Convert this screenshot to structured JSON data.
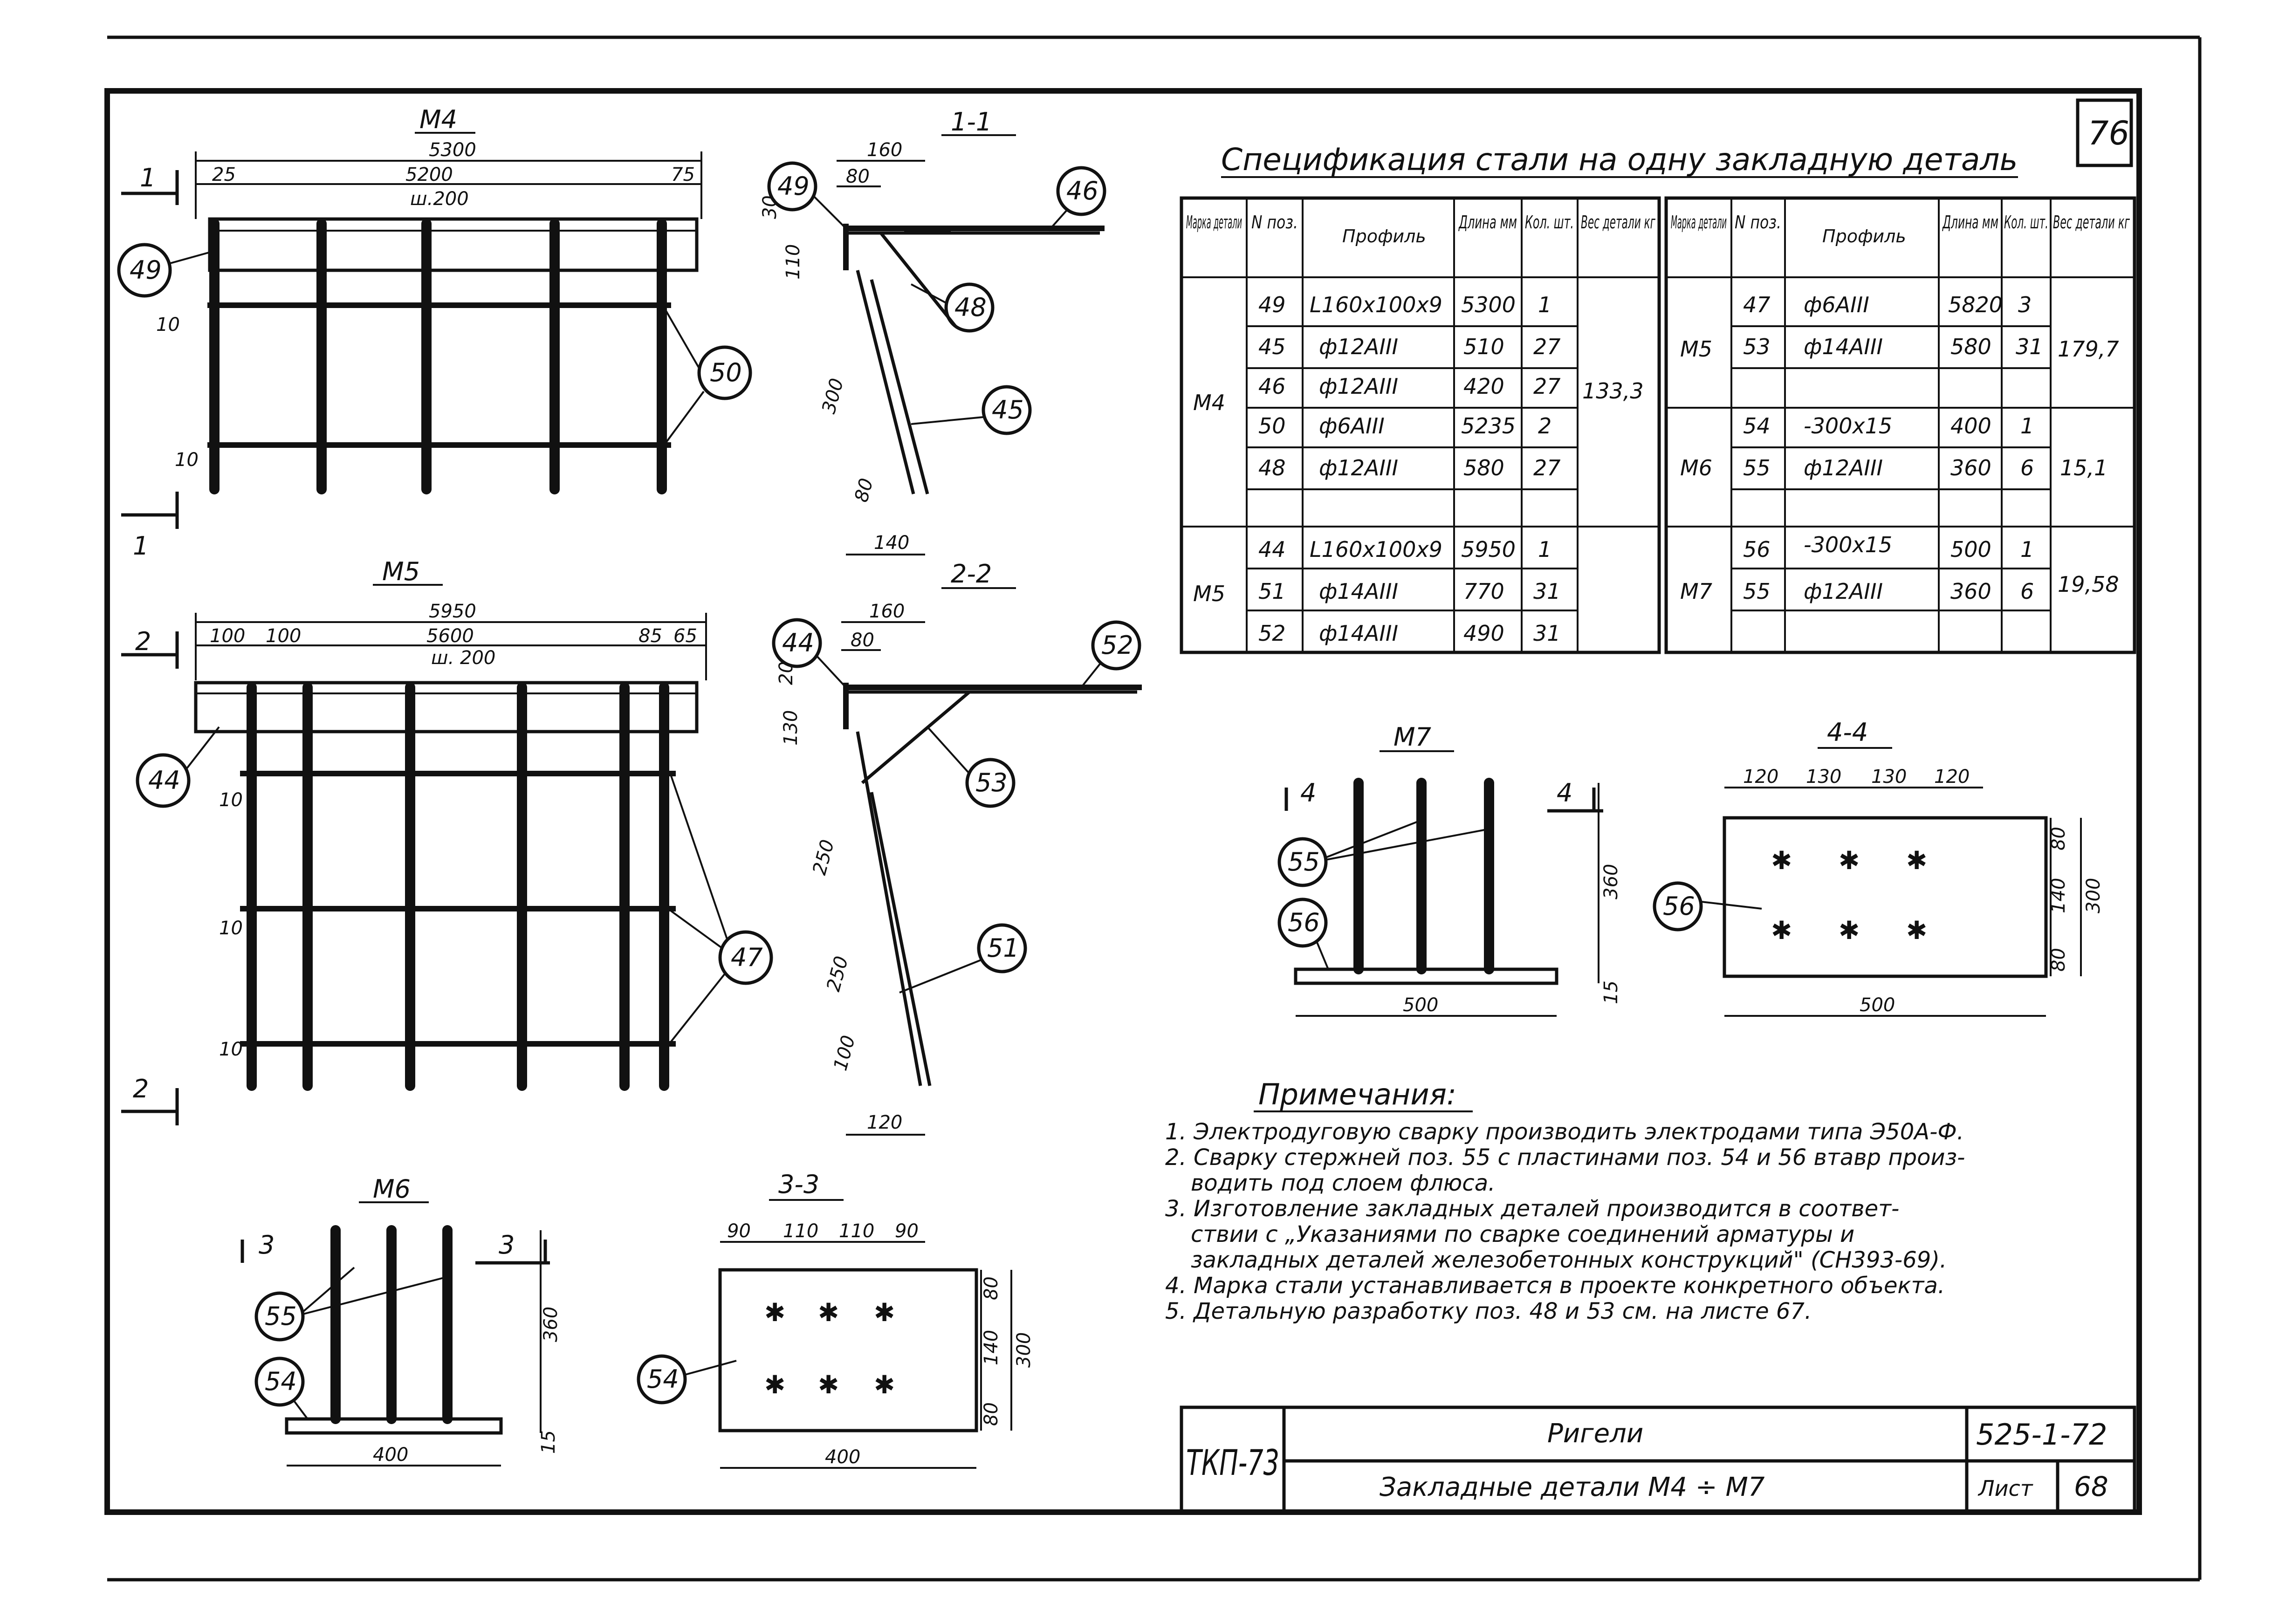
{
  "sheet_corner_number": "76",
  "views": {
    "m4": {
      "title": "М4",
      "section_mark": "1",
      "dims": {
        "overall": "5300",
        "left": "25",
        "middle": "5200",
        "step": "ш.200",
        "right": "75",
        "gap1": "10",
        "gap2": "10"
      },
      "callouts": [
        "49",
        "50"
      ]
    },
    "m5": {
      "title": "М5",
      "section_mark": "2",
      "dims": {
        "overall": "5950",
        "a": "100",
        "b": "100",
        "middle": "5600",
        "step": "ш. 200",
        "c": "85",
        "d": "65",
        "gap1": "10",
        "gap2": "10",
        "gap3": "10"
      },
      "callouts": [
        "44",
        "47"
      ]
    },
    "s11": {
      "title": "1-1",
      "dims": {
        "top": "160",
        "a": "80",
        "b": "30",
        "c": "110",
        "d": "300",
        "e": "80",
        "bottom": "140"
      },
      "callouts": [
        "49",
        "46",
        "48",
        "45"
      ]
    },
    "s22": {
      "title": "2-2",
      "dims": {
        "top": "160",
        "a": "80",
        "b": "20",
        "c": "130",
        "d": "250",
        "e": "250",
        "f": "100",
        "bottom": "120"
      },
      "callouts": [
        "44",
        "52",
        "53",
        "51"
      ]
    },
    "m6": {
      "title": "М6",
      "section_mark": "3",
      "dims": {
        "height": "360",
        "width": "400",
        "plate": "15"
      },
      "callouts": [
        "55",
        "54"
      ]
    },
    "s33": {
      "title": "3-3",
      "dims": {
        "a": "90",
        "b": "110",
        "c": "110",
        "d": "90",
        "v1": "80",
        "v2": "140",
        "v3": "80",
        "height": "300",
        "width": "400"
      },
      "callouts": [
        "54"
      ]
    },
    "m7": {
      "title": "М7",
      "section_mark": "4",
      "dims": {
        "height": "360",
        "width": "500",
        "plate": "15"
      },
      "callouts": [
        "55",
        "56"
      ]
    },
    "s44": {
      "title": "4-4",
      "dims": {
        "a": "120",
        "b": "130",
        "c": "130",
        "d": "120",
        "v1": "80",
        "v2": "140",
        "v3": "80",
        "height": "300",
        "width": "500"
      },
      "callouts": [
        "56"
      ]
    }
  },
  "spec": {
    "title": "Спецификация стали на одну закладную деталь",
    "headers": [
      "Марка детали",
      "N поз.",
      "Профиль",
      "Длина мм",
      "Кол. шт.",
      "Вес детали кг"
    ],
    "left_groups": [
      {
        "mark": "М4",
        "weight": "133,3",
        "rows": [
          [
            "49",
            "L160x100x9",
            "5300",
            "1"
          ],
          [
            "45",
            "ф12АIII",
            "510",
            "27"
          ],
          [
            "46",
            "ф12АIII",
            "420",
            "27"
          ],
          [
            "50",
            "ф6АIII",
            "5235",
            "2"
          ],
          [
            "48",
            "ф12АIII",
            "580",
            "27"
          ]
        ]
      },
      {
        "mark": "М5",
        "weight": "",
        "rows": [
          [
            "44",
            "L160x100x9",
            "5950",
            "1"
          ],
          [
            "51",
            "ф14АIII",
            "770",
            "31"
          ],
          [
            "52",
            "ф14АIII",
            "490",
            "31"
          ]
        ]
      }
    ],
    "right_groups": [
      {
        "mark": "М5",
        "weight": "179,7",
        "rows": [
          [
            "47",
            "ф6АIII",
            "5820",
            "3"
          ],
          [
            "53",
            "ф14АIII",
            "580",
            "31"
          ]
        ]
      },
      {
        "mark": "М6",
        "weight": "15,1",
        "rows": [
          [
            "54",
            "-300x15",
            "400",
            "1"
          ],
          [
            "55",
            "ф12АIII",
            "360",
            "6"
          ]
        ]
      },
      {
        "mark": "М7",
        "weight": "19,58",
        "rows": [
          [
            "56",
            "-300x15",
            "500",
            "1"
          ],
          [
            "55",
            "ф12АIII",
            "360",
            "6"
          ]
        ]
      }
    ]
  },
  "notes": {
    "title": "Примечания:",
    "items": [
      "1. Электродуговую сварку производить электродами типа Э50А-Ф.",
      "2. Сварку стержней поз. 55 с пластинами поз. 54 и 56 втавр произ-",
      "водить под слоем флюса.",
      "3. Изготовление закладных деталей производится в соответ-",
      "ствии с „Указаниями по сварке соединений арматуры и",
      "закладных деталей железобетонных конструкций\" (СН393-69).",
      "4. Марка стали устанавливается в проекте конкретного объекта.",
      "5. Детальную разработку поз. 48 и 53 см. на листе 67."
    ]
  },
  "title_block": {
    "org": "ТКП-73",
    "name": "Ригели",
    "subtitle": "Закладные детали М4 ÷ М7",
    "code": "525-1-72",
    "sheet_label": "Лист",
    "sheet_no": "68"
  }
}
